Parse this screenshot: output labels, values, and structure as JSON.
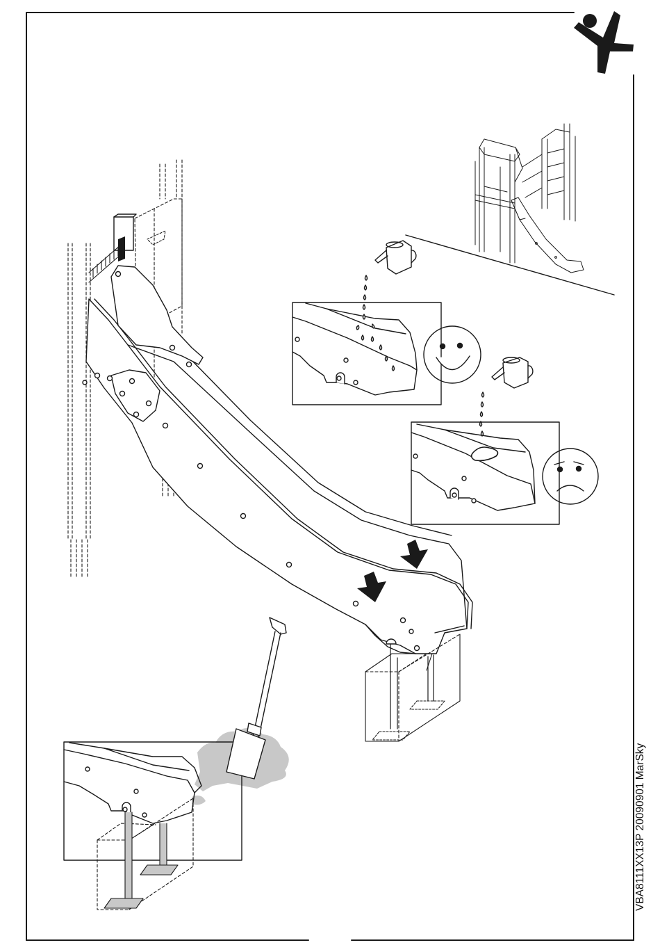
{
  "document": {
    "code": "VBA8111XX13P 20090901  MarSky"
  },
  "illustrations": {
    "main": "slide-installation",
    "overview": "playground-tower-with-slide",
    "good_example": "water-drains-off-slide",
    "bad_example": "water-pools-on-slide",
    "footing_detail": "slide-foot-concrete-footing"
  },
  "icons": {
    "brand": "jumping-figure-logo",
    "good": "smiley-happy-icon",
    "bad": "smiley-sad-icon",
    "press": "down-arrow-icon",
    "pour": "watering-can-icon",
    "dig": "shovel-icon"
  },
  "colors": {
    "ink": "#1a1a1a",
    "paper": "#ffffff",
    "fill_gray": "#c8c8c8"
  }
}
